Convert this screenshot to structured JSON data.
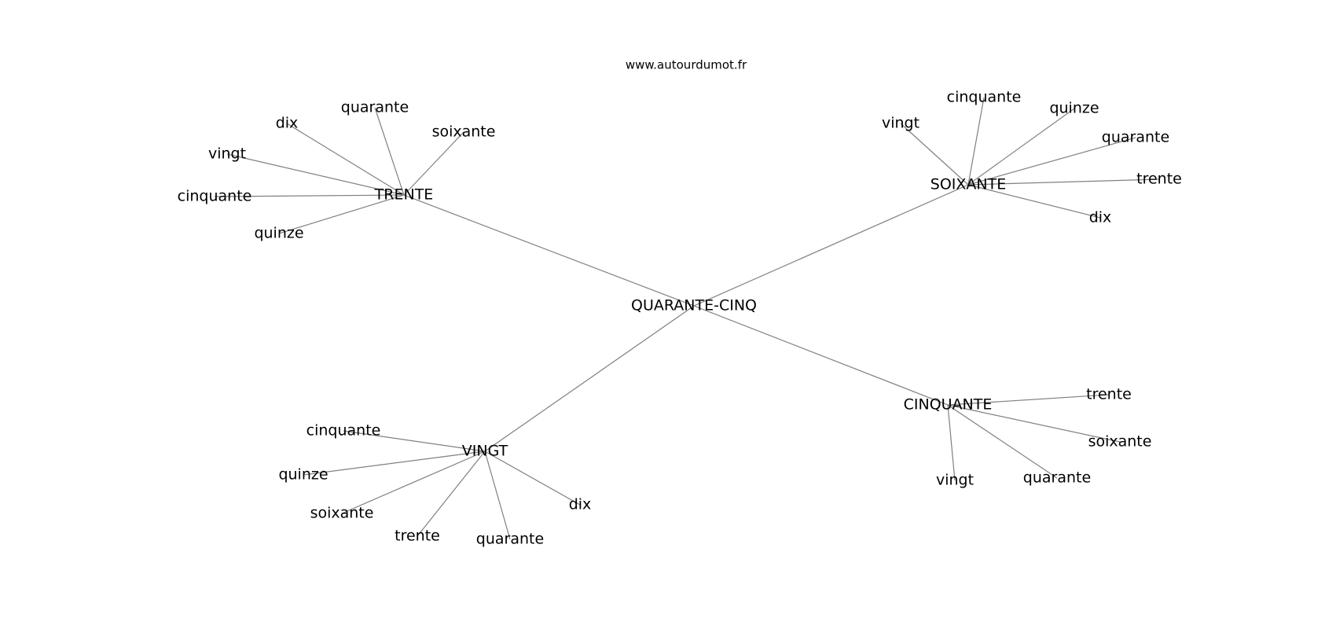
{
  "source": "www.autourdumot.fr",
  "center": "QUARANTE-CINQ",
  "clusters": [
    {
      "label": "TRENTE",
      "leaves": [
        "quarante",
        "dix",
        "soixante",
        "vingt",
        "cinquante",
        "quinze"
      ]
    },
    {
      "label": "SOIXANTE",
      "leaves": [
        "cinquante",
        "vingt",
        "quinze",
        "quarante",
        "trente",
        "dix"
      ]
    },
    {
      "label": "CINQUANTE",
      "leaves": [
        "trente",
        "soixante",
        "quarante",
        "vingt"
      ]
    },
    {
      "label": "VINGT",
      "leaves": [
        "cinquante",
        "quinze",
        "soixante",
        "trente",
        "quarante",
        "dix"
      ]
    }
  ],
  "colors": {
    "edge": "#808080",
    "text": "#000000",
    "background": "#ffffff"
  }
}
